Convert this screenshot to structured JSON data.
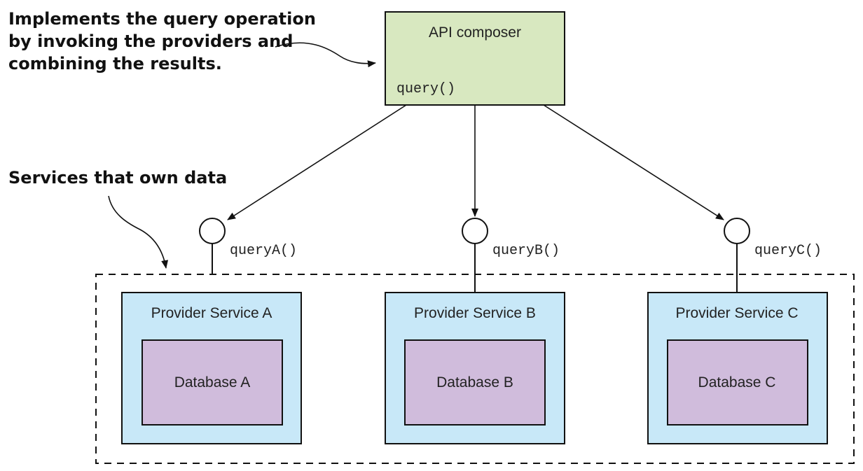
{
  "annotations": {
    "composer_note": [
      "Implements the query operation",
      "by invoking the providers and",
      "combining the results."
    ],
    "services_note": "Services that own data"
  },
  "composer": {
    "title": "API composer",
    "method": "query()"
  },
  "interfaces": [
    "queryA()",
    "queryB()",
    "queryC()"
  ],
  "providers": [
    {
      "name": "Provider Service A",
      "database": "Database A"
    },
    {
      "name": "Provider Service B",
      "database": "Database B"
    },
    {
      "name": "Provider Service C",
      "database": "Database C"
    }
  ],
  "colors": {
    "composer_fill": "#d8e8c0",
    "provider_fill": "#c8e8f8",
    "database_fill": "#d0bcdc",
    "stroke": "#111111"
  }
}
